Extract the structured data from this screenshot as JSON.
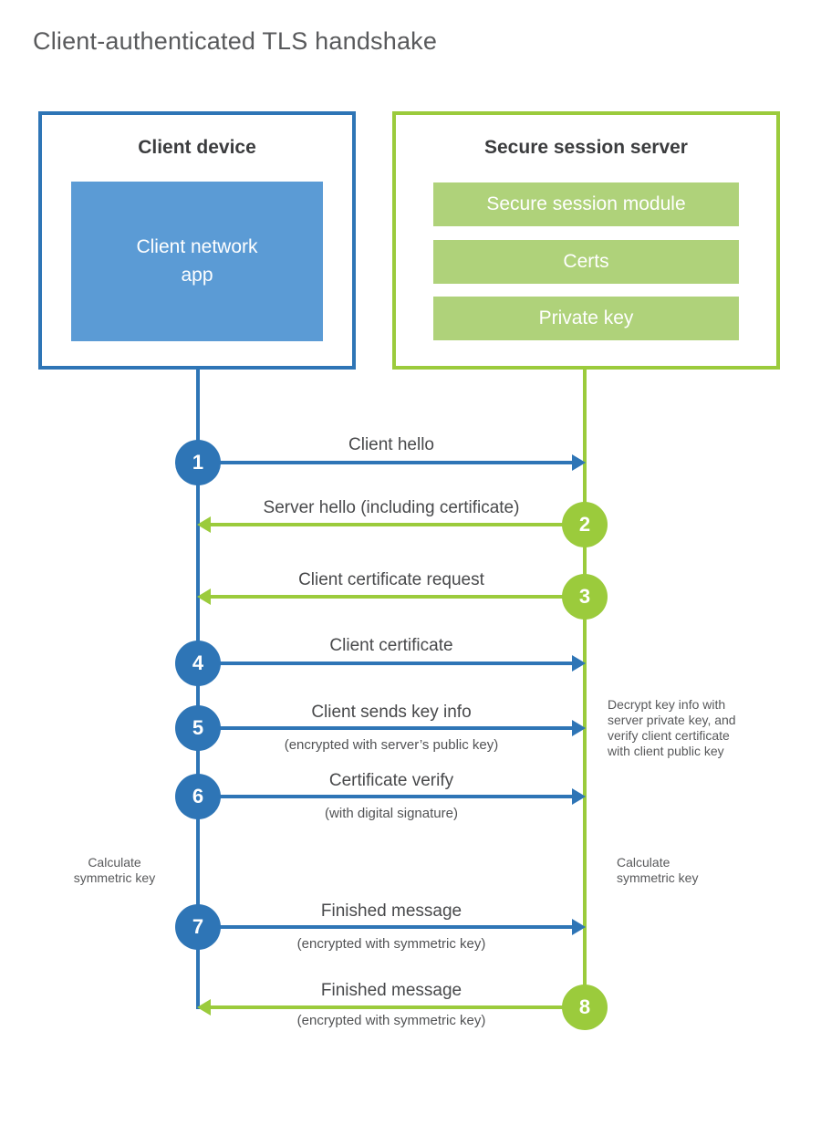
{
  "title": "Client-authenticated TLS handshake",
  "colors": {
    "accent_blue": "#2E75B6",
    "fill_blue": "#5B9BD5",
    "accent_green": "#9BCB3C",
    "fill_green": "#AFD27A"
  },
  "client": {
    "title": "Client device",
    "app_label": "Client network\napp"
  },
  "server": {
    "title": "Secure session server",
    "modules": {
      "0": "Secure session module",
      "1": "Certs",
      "2": "Private key"
    }
  },
  "steps": {
    "0": {
      "num": "1",
      "from": "client",
      "direction": "right",
      "label": "Client hello",
      "sublabel": ""
    },
    "1": {
      "num": "2",
      "from": "server",
      "direction": "left",
      "label": "Server hello (including certificate)",
      "sublabel": ""
    },
    "2": {
      "num": "3",
      "from": "server",
      "direction": "left",
      "label": "Client certificate request",
      "sublabel": ""
    },
    "3": {
      "num": "4",
      "from": "client",
      "direction": "right",
      "label": "Client certificate",
      "sublabel": ""
    },
    "4": {
      "num": "5",
      "from": "client",
      "direction": "right",
      "label": "Client sends key info",
      "sublabel": "(encrypted with server’s public key)"
    },
    "5": {
      "num": "6",
      "from": "client",
      "direction": "right",
      "label": "Certificate verify",
      "sublabel": "(with digital signature)"
    },
    "6": {
      "num": "7",
      "from": "client",
      "direction": "right",
      "label": "Finished message",
      "sublabel": "(encrypted with symmetric key)"
    },
    "7": {
      "num": "8",
      "from": "server",
      "direction": "left",
      "label": "Finished message",
      "sublabel": "(encrypted with symmetric key)"
    }
  },
  "notes": {
    "decrypt": "Decrypt key info with\nserver private key, and\nverify client certificate\nwith client public key",
    "calc_left": "Calculate\nsymmetric key",
    "calc_right": "Calculate\nsymmetric key"
  }
}
